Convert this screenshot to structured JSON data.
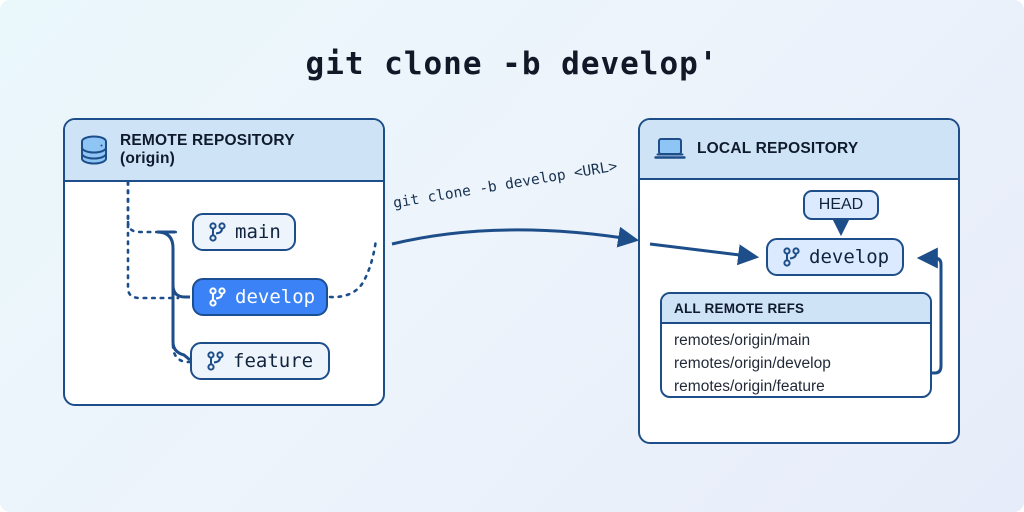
{
  "title": "git clone -b develop'",
  "theme": {
    "background_from": "#eaf7fb",
    "background_to": "#e7ecfa",
    "stroke": "#1d4e89",
    "header_fill": "#cfe3f7",
    "pill_fill": "#eef4fc",
    "pill_selected_fill": "#3b82f6",
    "pill_selected_text": "#ffffff",
    "panel_fill": "#ffffff"
  },
  "remote_panel": {
    "icon": "database-icon",
    "title_line1": "REMOTE REPOSITORY",
    "title_line2": "(origin)",
    "branches": [
      {
        "label": "main",
        "icon": "git-branch-icon",
        "selected": false
      },
      {
        "label": "develop",
        "icon": "git-branch-icon",
        "selected": true
      },
      {
        "label": "feature",
        "icon": "git-branch-icon",
        "selected": false
      }
    ]
  },
  "clone_arrow": {
    "label": "git clone -b develop <URL>"
  },
  "local_panel": {
    "icon": "laptop-icon",
    "title": "LOCAL REPOSITORY",
    "head_label": "HEAD",
    "checked_out_branch": {
      "label": "develop",
      "icon": "git-branch-icon"
    },
    "refs_card": {
      "title": "ALL REMOTE REFS",
      "items": [
        "remotes/origin/main",
        "remotes/origin/develop",
        "remotes/origin/feature"
      ]
    }
  }
}
